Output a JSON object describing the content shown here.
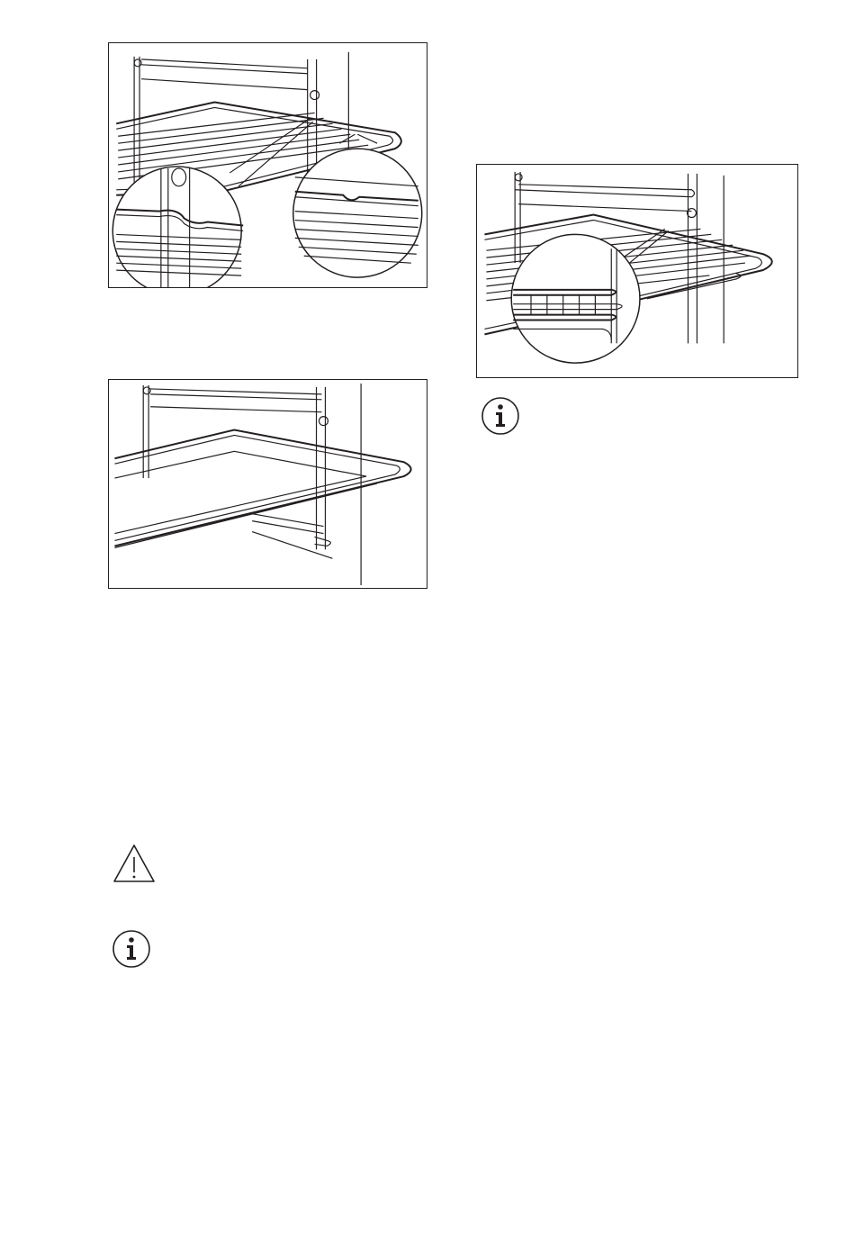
{
  "figures": [
    {
      "id": "shelf-insert",
      "description_icon": "oven-shelf-with-detail-magnifiers"
    },
    {
      "id": "tray",
      "description_icon": "oven-deep-tray"
    },
    {
      "id": "shelf-right",
      "description_icon": "oven-shelf-with-detail-magnifier"
    }
  ],
  "icons": {
    "warning": "warning-triangle-icon",
    "info_left": "info-icon",
    "info_right": "info-icon"
  },
  "colors": {
    "line": "#231f20",
    "background": "#ffffff"
  }
}
